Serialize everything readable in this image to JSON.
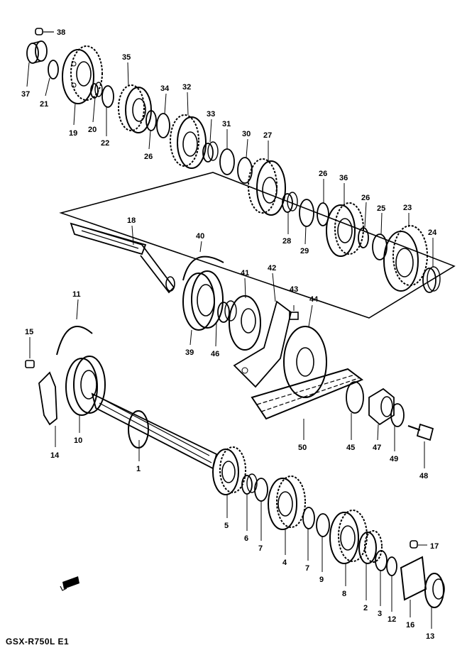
{
  "caption": "GSX-R750L E1",
  "labels": {
    "p1": "1",
    "p2": "2",
    "p3": "3",
    "p4": "4",
    "p5": "5",
    "p6": "6",
    "p7a": "7",
    "p7b": "7",
    "p8": "8",
    "p9": "9",
    "p10": "10",
    "p11": "11",
    "p12": "12",
    "p13": "13",
    "p14": "14",
    "p15": "15",
    "p16": "16",
    "p17": "17",
    "p18": "18",
    "p19": "19",
    "p20": "20",
    "p21": "21",
    "p22": "22",
    "p23": "23",
    "p24": "24",
    "p25": "25",
    "p26a": "26",
    "p26b": "26",
    "p26c": "26",
    "p27": "27",
    "p28": "28",
    "p29": "29",
    "p30": "30",
    "p31": "31",
    "p32": "32",
    "p33": "33",
    "p34": "34",
    "p35": "35",
    "p36": "36",
    "p37": "37",
    "p38": "38",
    "p39": "39",
    "p40": "40",
    "p41": "41",
    "p42": "42",
    "p43": "43",
    "p44": "44",
    "p45": "45",
    "p46": "46",
    "p47": "47",
    "p48": "48",
    "p49": "49",
    "p50": "50"
  }
}
